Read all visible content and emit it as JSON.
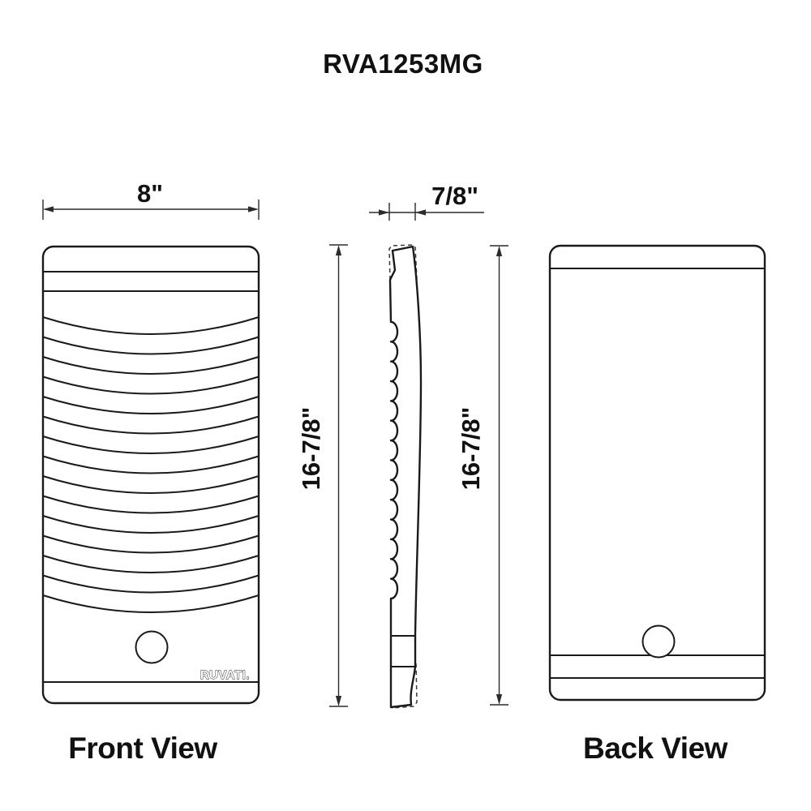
{
  "title": "RVA1253MG",
  "brand_logo": "RUVATI.",
  "views": {
    "front": {
      "label": "Front View",
      "width_dimension": "8\""
    },
    "side": {
      "thickness_dimension": "7/8\"",
      "height_dimension": "16-7/8\""
    },
    "back": {
      "label": "Back View",
      "height_dimension": "16-7/8\""
    }
  },
  "drawing": {
    "front_ridge_count": 15,
    "side_scallop_count": 14
  },
  "colors": {
    "line": "#1a1a1a",
    "dimension_line": "#2b2b2b",
    "background": "#ffffff"
  }
}
